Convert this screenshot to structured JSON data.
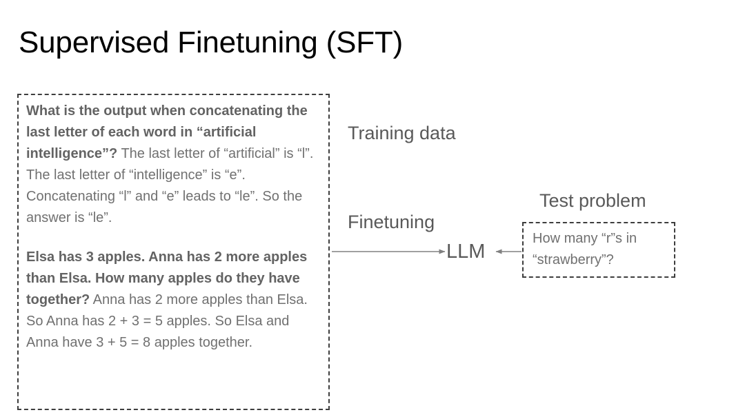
{
  "slide": {
    "title": "Supervised Finetuning (SFT)",
    "background_color": "#ffffff",
    "text_color": "#666666",
    "title_color": "#000000",
    "box_border_color": "#3d3d3d",
    "arrow_color": "#808080"
  },
  "training_box": {
    "label": "Training data",
    "examples": [
      {
        "question": "What is the output when concatenating the last letter of each word in “artificial intelligence”?",
        "answer": " The last letter of “artificial” is “l”. The last letter of “intelligence” is “e”. Concatenating “l” and “e” leads to “le”. So the answer is “le”."
      },
      {
        "question": "Elsa has 3 apples. Anna has 2 more apples than Elsa. How many apples do they have together?",
        "answer": " Anna has 2 more apples than Elsa. So Anna has 2 + 3 = 5 apples. So Elsa and Anna have 3 + 5 = 8 apples together."
      }
    ]
  },
  "pipeline": {
    "finetuning_label": "Finetuning",
    "model_label": "LLM"
  },
  "test_box": {
    "label": "Test problem",
    "prompt": "How many “r”s in “strawberry”?"
  }
}
